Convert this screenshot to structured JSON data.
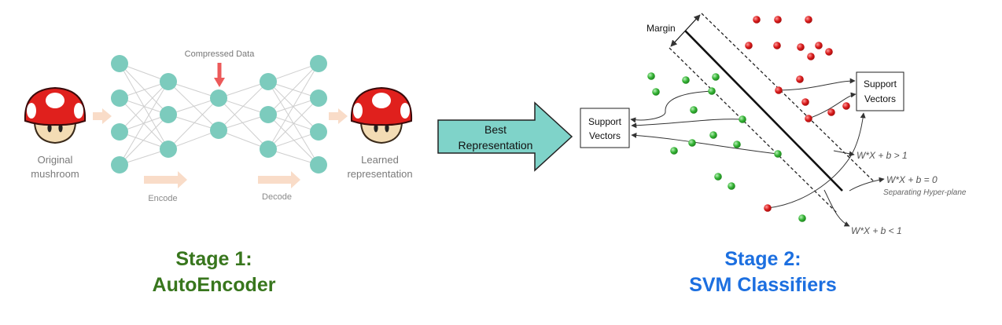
{
  "autoencoder": {
    "input_label_line1": "Original",
    "input_label_line2": "mushroom",
    "output_label_line1": "Learned",
    "output_label_line2": "representation",
    "bottleneck_label": "Compressed Data",
    "encode_label": "Encode",
    "decode_label": "Decode",
    "layer_sizes": [
      4,
      3,
      2,
      3,
      4
    ],
    "node_color": "#7ccbbd",
    "edge_color": "#cfcfcf",
    "arrow_color": "#f9dcc8",
    "bottleneck_arrow_color": "#ec5a5a",
    "cap_color": "#e0201d"
  },
  "transition": {
    "arrow_line1": "Best",
    "arrow_line2": "Representation",
    "arrow_fill": "#7fd3c9"
  },
  "svm": {
    "margin_label": "Margin",
    "sv_box_left_line1": "Support",
    "sv_box_left_line2": "Vectors",
    "sv_box_right_line1": "Support",
    "sv_box_right_line2": "Vectors",
    "eq_positive": "W*X + b > 1",
    "eq_zero": "W*X + b = 0",
    "hyperplane_label": "Separating Hyper-plane",
    "eq_negative": "W*X + b < 1",
    "positive_class_color": "#d11a1a",
    "negative_class_color": "#2ea82e"
  },
  "stage1": {
    "line1": "Stage 1:",
    "line2": "AutoEncoder",
    "color": "#38761d"
  },
  "stage2": {
    "line1": "Stage 2:",
    "line2": "SVM Classifiers",
    "color": "#1c6fe0"
  }
}
